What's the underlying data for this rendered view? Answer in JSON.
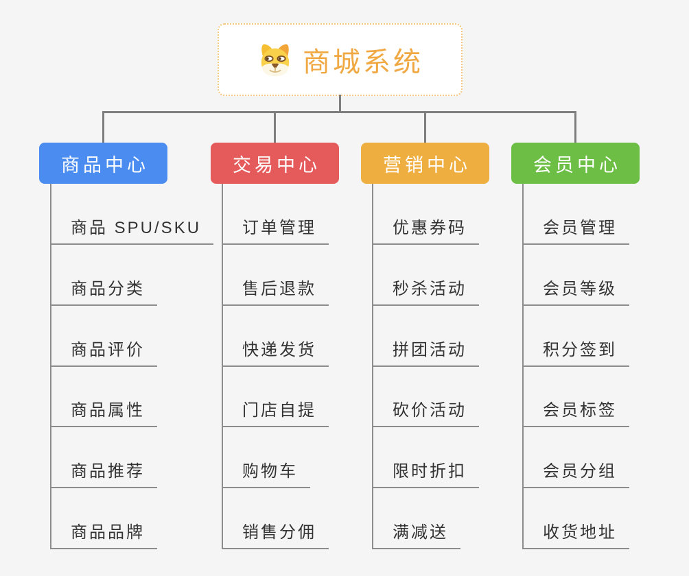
{
  "root": {
    "title": "商城系统",
    "icon": "doge-icon",
    "text_color": "#f0a843",
    "border_color": "#f3c97f"
  },
  "branches": [
    {
      "label": "商品中心",
      "color": "#4a8cf0",
      "children": [
        "商品 SPU/SKU",
        "商品分类",
        "商品评价",
        "商品属性",
        "商品推荐",
        "商品品牌"
      ]
    },
    {
      "label": "交易中心",
      "color": "#e55b5b",
      "children": [
        "订单管理",
        "售后退款",
        "快递发货",
        "门店自提",
        "购物车",
        "销售分佣"
      ]
    },
    {
      "label": "营销中心",
      "color": "#efae40",
      "children": [
        "优惠券码",
        "秒杀活动",
        "拼团活动",
        "砍价活动",
        "限时折扣",
        "满减送"
      ]
    },
    {
      "label": "会员中心",
      "color": "#6cbe45",
      "children": [
        "会员管理",
        "会员等级",
        "积分签到",
        "会员标签",
        "会员分组",
        "收货地址"
      ]
    }
  ],
  "connector_color": "#7e7e7e",
  "background_color": "#f5f5f5"
}
